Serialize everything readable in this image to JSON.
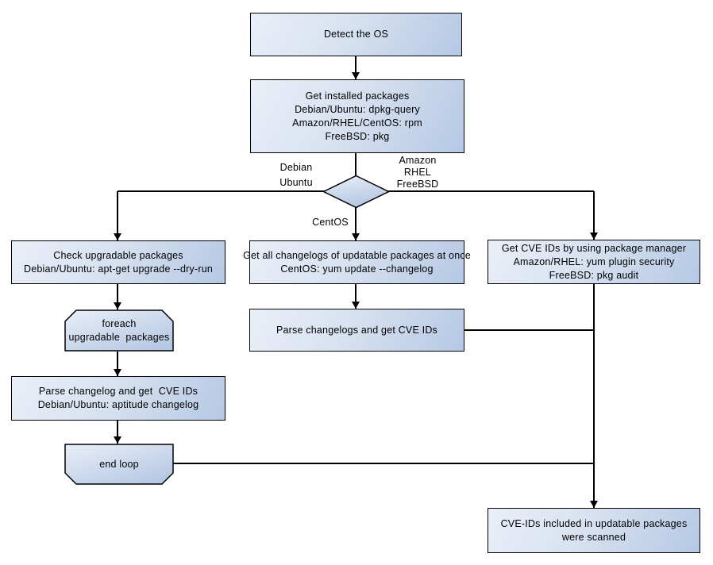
{
  "diagram": {
    "colors": {
      "background": "#ffffff",
      "node_fill_light": "#eaeff8",
      "node_fill_dark": "#b5c8e4",
      "node_border": "#000000",
      "connector": "#000000",
      "text": "#000000"
    },
    "nodes": {
      "detect_os": {
        "lines": [
          "Detect the OS"
        ]
      },
      "get_installed": {
        "lines": [
          "Get installed packages",
          "Debian/Ubuntu: dpkg-query",
          "Amazon/RHEL/CentOS: rpm",
          "FreeBSD: pkg"
        ]
      },
      "check_upgradable": {
        "lines": [
          "Check upgradable packages",
          "Debian/Ubuntu: apt-get upgrade --dry-run"
        ]
      },
      "foreach_loop": {
        "lines": [
          "foreach",
          "upgradable  packages"
        ]
      },
      "parse_changelog": {
        "lines": [
          "Parse changelog and get  CVE IDs",
          "Debian/Ubuntu: aptitude changelog"
        ]
      },
      "end_loop": {
        "lines": [
          "end loop"
        ]
      },
      "get_all_changelogs": {
        "lines": [
          "Get all changelogs of updatable packages at once",
          "CentOS: yum update --changelog"
        ]
      },
      "parse_changelogs": {
        "lines": [
          "Parse changelogs and get CVE IDs"
        ]
      },
      "get_cve_ids": {
        "lines": [
          "Get CVE IDs by using package manager",
          "Amazon/RHEL: yum plugin security",
          "FreeBSD: pkg audit"
        ]
      },
      "cve_scanned": {
        "lines": [
          "CVE-IDs included in updatable packages",
          "were scanned"
        ]
      }
    },
    "edge_labels": {
      "debian_ubuntu": [
        "Debian",
        "Ubuntu"
      ],
      "amazon_rhel_freebsd": [
        "Amazon",
        "RHEL",
        "FreeBSD"
      ],
      "centos": [
        "CentOS"
      ]
    }
  }
}
